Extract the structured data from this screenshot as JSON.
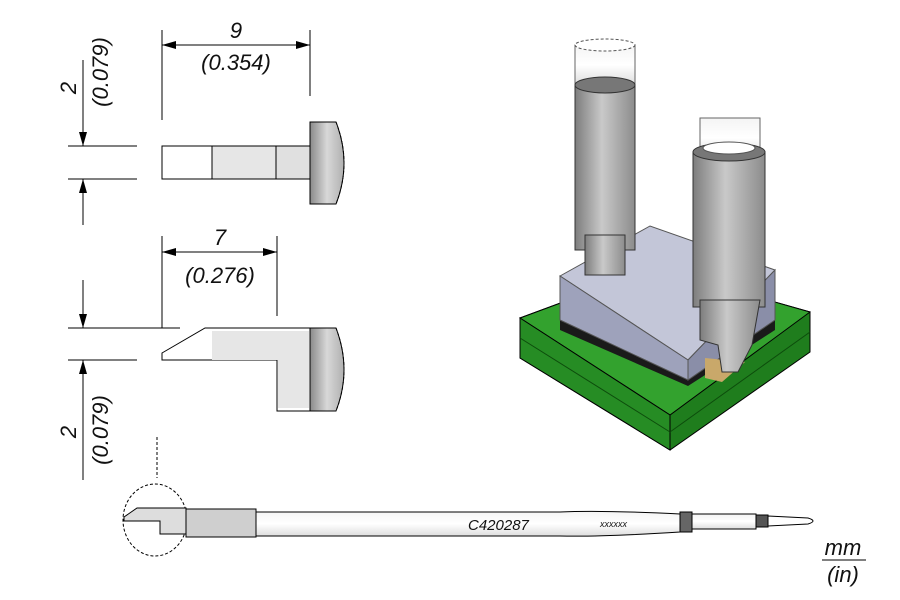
{
  "top_view": {
    "length_mm": "9",
    "length_in": "(0.354)",
    "thickness_mm": "2",
    "thickness_in": "(0.079)"
  },
  "side_view": {
    "length_mm": "7",
    "length_in": "(0.276)",
    "thickness_mm": "2",
    "thickness_in": "(0.079)"
  },
  "tip": {
    "part_number": "C420287",
    "lot_code": "xxxxxx"
  },
  "units": {
    "primary": "mm",
    "secondary": "(in)"
  },
  "colors": {
    "pcb": "#2e9a2a",
    "chip": "#a9adc4",
    "metal": "#9a9a9a",
    "light_gray": "#e6e6e6"
  }
}
